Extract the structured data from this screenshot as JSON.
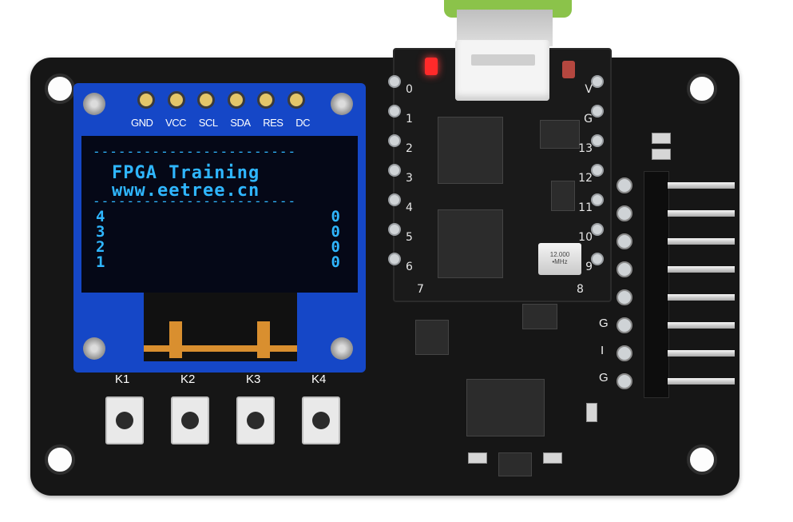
{
  "oled": {
    "header_pins": [
      "GND",
      "VCC",
      "SCL",
      "SDA",
      "RES",
      "DC"
    ],
    "dashes": "------------------------",
    "line1": "FPGA Training",
    "line2": "www.eetree.cn",
    "rows": [
      {
        "left": "4",
        "right": "0"
      },
      {
        "left": "3",
        "right": "0"
      },
      {
        "left": "2",
        "right": "0"
      },
      {
        "left": "1",
        "right": "0"
      }
    ],
    "text_color": "#2fb6ff"
  },
  "module_pins": {
    "left": [
      "0",
      "1",
      "2",
      "3",
      "4",
      "5",
      "6"
    ],
    "right": [
      "V",
      "G",
      "13",
      "12",
      "11",
      "10",
      "9"
    ],
    "bottom_left": "7",
    "bottom_right": "8"
  },
  "crystal": {
    "line1": "12.000",
    "line2": "•MHz"
  },
  "buttons": [
    "K1",
    "K2",
    "K3",
    "K4"
  ],
  "side_header_labels": [
    "G",
    "I",
    "G"
  ],
  "colors": {
    "pcb": "#161616",
    "oled_board": "#1547c7",
    "usb_cable": "#8bc34a",
    "led": "#ff2a2a"
  }
}
